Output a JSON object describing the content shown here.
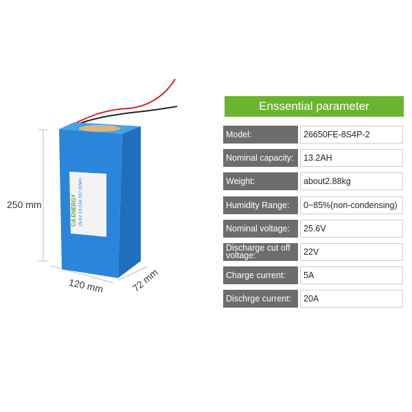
{
  "product": {
    "brand": "CA ENERGY",
    "label_specs": "25.6V 13.2Ah 337.92Wh",
    "colors": {
      "casing": "#2a7fd0",
      "wire_positive": "#d42020",
      "wire_negative": "#222222"
    }
  },
  "dimensions": {
    "height": "250 mm",
    "length": "120 mm",
    "width": "72 mm"
  },
  "table": {
    "title": "Enssential parameter",
    "header_color": "#6ab42e",
    "label_color": "#6d6d6d",
    "rows": [
      {
        "label": "Model:",
        "value": "26650FE-8S4P-2"
      },
      {
        "label": "Nominal capacity:",
        "value": "13.2AH"
      },
      {
        "label": "Weight:",
        "value": "about2.88kg"
      },
      {
        "label": "Humidity Range:",
        "value": "0~85%(non-condensing)"
      },
      {
        "label": "Nominal voltage:",
        "value": "25.6V"
      },
      {
        "label": "Discharge cut off voltage:",
        "value": "22V"
      },
      {
        "label": "Charge current:",
        "value": "5A"
      },
      {
        "label": "Dischrge current:",
        "value": "20A"
      }
    ]
  }
}
